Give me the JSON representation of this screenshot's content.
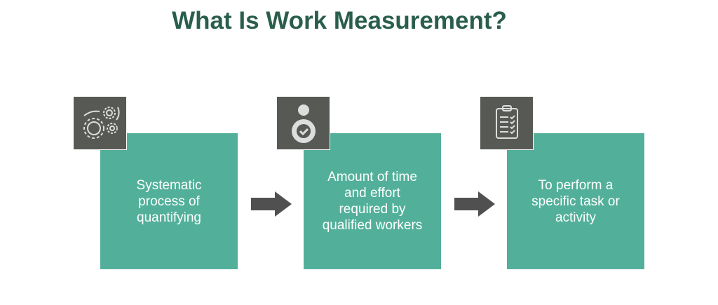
{
  "title": "What Is Work Measurement?",
  "steps": [
    {
      "text": "Systematic process of quantifying",
      "icon": "gears-icon"
    },
    {
      "text": "Amount of time and effort required by qualified workers",
      "icon": "worker-gear-check-icon"
    },
    {
      "text": "To perform a specific task or activity",
      "icon": "clipboard-checklist-icon"
    }
  ],
  "colors": {
    "title": "#2a5e4c",
    "box": "#52b09a",
    "icon_bg": "#575955",
    "arrow": "#505050"
  }
}
